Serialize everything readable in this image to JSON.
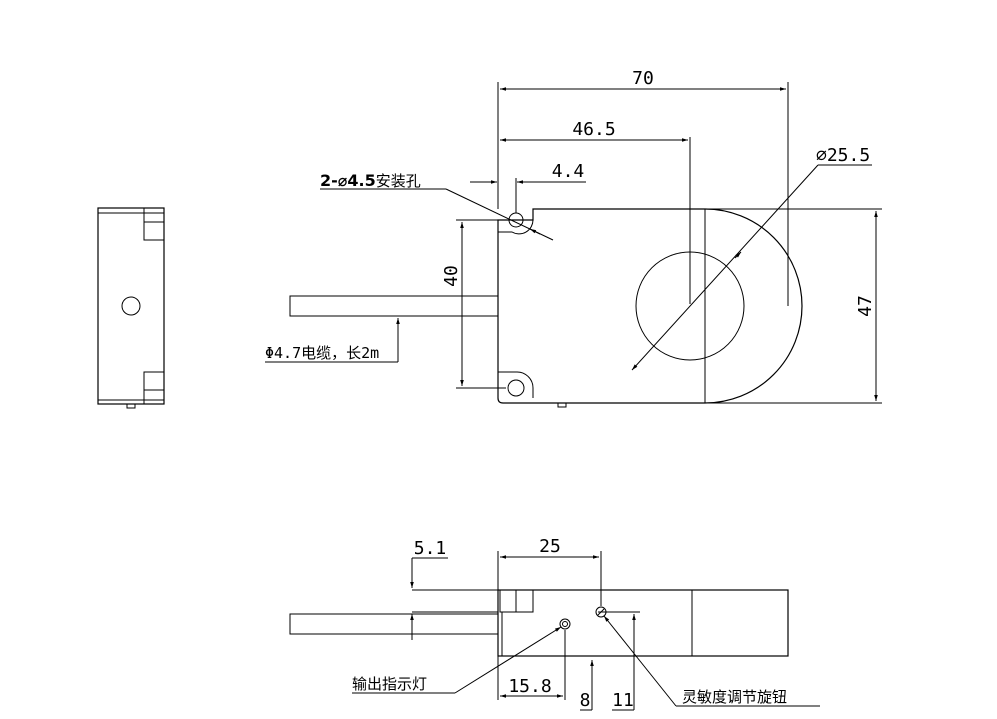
{
  "top_view": {
    "width_overall": "70",
    "center_offset": "46.5",
    "hole_offset": "4.4",
    "aperture_dia": "⌀25.5",
    "hole_spacing": "40",
    "height_overall": "47",
    "mount_holes_prefix": "2-⌀4.5",
    "mount_holes_suffix": "安装孔",
    "cable_note": "Φ4.7电缆，长2m"
  },
  "bottom_view": {
    "thickness": "5.1",
    "knob_offset": "25",
    "led_offset": "15.8",
    "led_dim": "8",
    "knob_dim": "11",
    "led_note": "输出指示灯",
    "knob_note": "灵敏度调节旋钮"
  }
}
